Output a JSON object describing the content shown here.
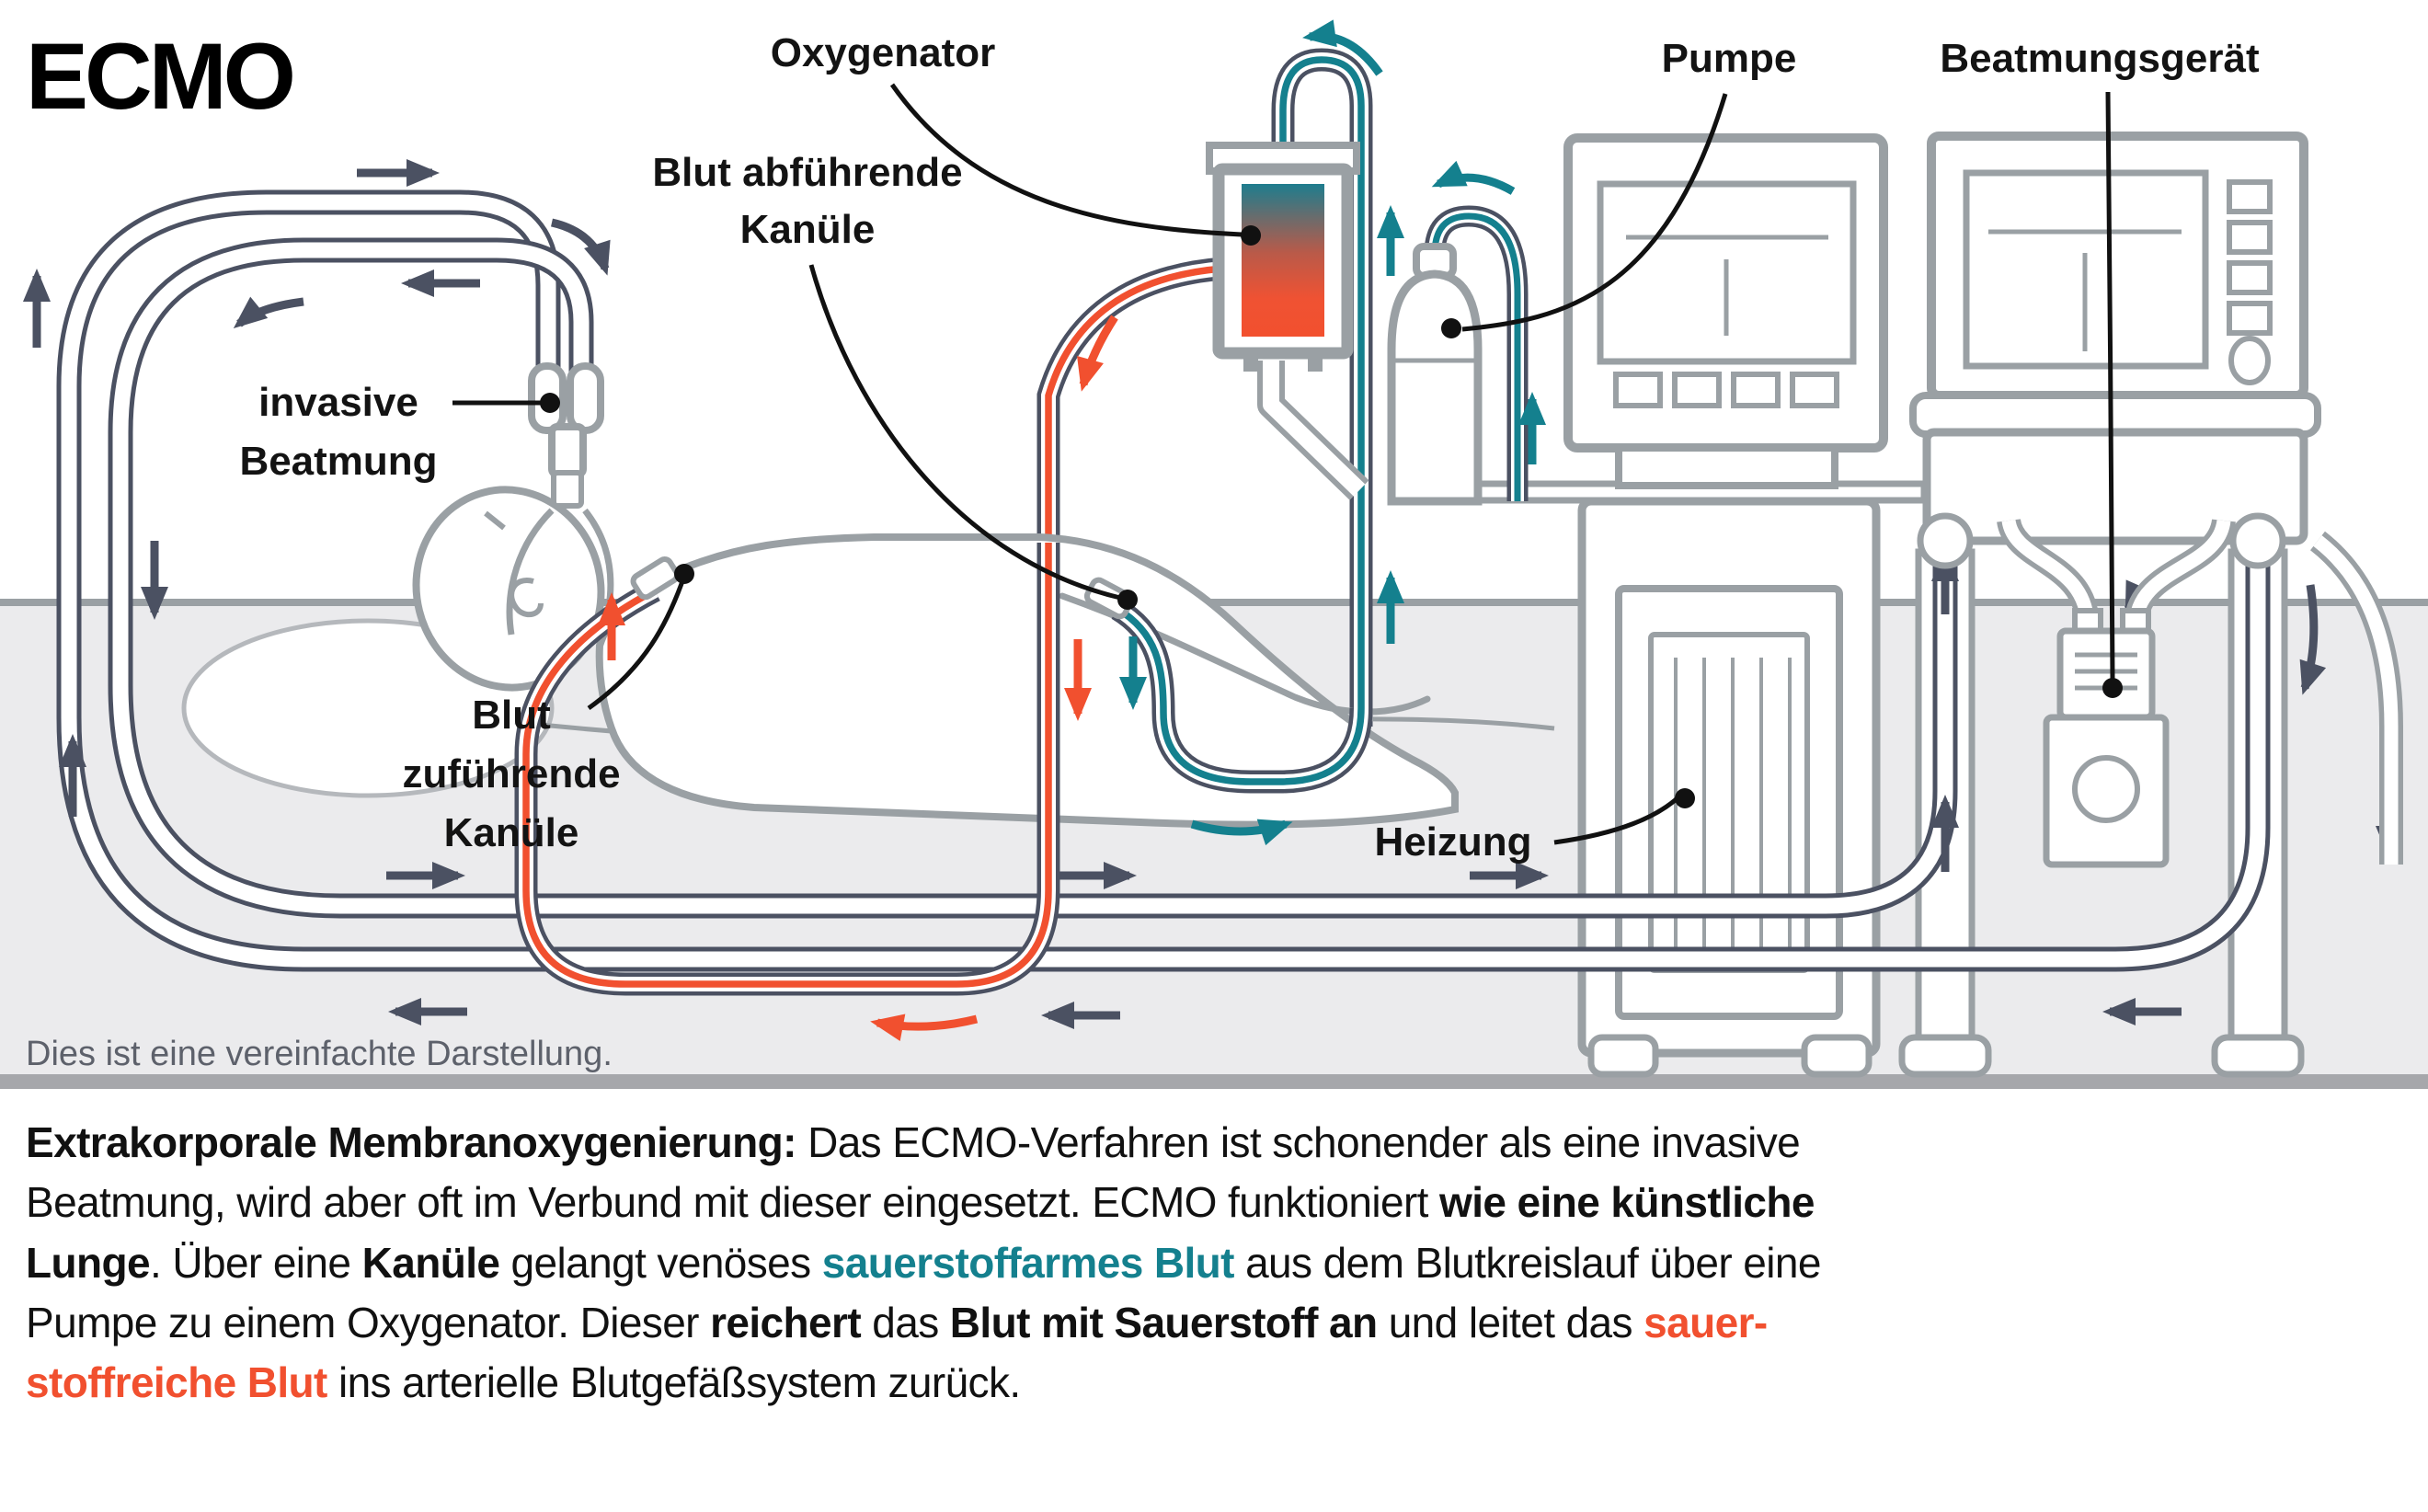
{
  "title": "ECMO",
  "colors": {
    "accent_teal": "#14808e",
    "accent_red": "#f1502f",
    "tube_outline": "#4b5162",
    "machine_gray": "#9aa0a4",
    "floor": "#ebebed",
    "floor_strip": "#a6a7ab",
    "label_text": "#131313",
    "footnote_text": "#5d616b"
  },
  "diagram": {
    "labels": {
      "oxygenator": "Oxygenator",
      "pumpe": "Pumpe",
      "beatmungsgeraet": "Beatmungsgerät",
      "heizung": "Heizung",
      "blut_abfuehrende": {
        "line1": "Blut abführende",
        "line2": "Kanüle"
      },
      "invasive": {
        "line1": "invasive",
        "line2": "Beatmung"
      },
      "blut_zufuehrende": {
        "line1": "Blut",
        "line2": "zuführende",
        "line3": "Kanüle"
      }
    },
    "footnote": "Dies ist eine vereinfachte Darstellung."
  },
  "caption": {
    "segments": [
      {
        "t": "Extrakorporale Membranoxygenierung:",
        "s": "b"
      },
      {
        "t": " Das ECMO-Verfahren ist schonender als eine invasive",
        "s": "n"
      },
      {
        "br": true
      },
      {
        "t": "Beatmung, wird aber oft im Verbund mit dieser eingesetzt. ECMO funktioniert ",
        "s": "n"
      },
      {
        "t": "wie eine künstliche",
        "s": "b"
      },
      {
        "br": true
      },
      {
        "t": "Lunge",
        "s": "b"
      },
      {
        "t": ". Über eine ",
        "s": "n"
      },
      {
        "t": "Kanüle",
        "s": "b"
      },
      {
        "t": " gelangt venöses ",
        "s": "n"
      },
      {
        "t": "sauerstoffarmes Blut",
        "s": "teal"
      },
      {
        "t": " aus dem Blutkreislauf über eine",
        "s": "n"
      },
      {
        "br": true
      },
      {
        "t": "Pumpe zu einem Oxygenator. Dieser ",
        "s": "n"
      },
      {
        "t": "reichert",
        "s": "b"
      },
      {
        "t": " das ",
        "s": "n"
      },
      {
        "t": "Blut mit Sauerstoff an",
        "s": "b"
      },
      {
        "t": " und leitet das ",
        "s": "n"
      },
      {
        "t": "sauer-",
        "s": "red"
      },
      {
        "br": true
      },
      {
        "t": "stoffreiche Blut",
        "s": "red"
      },
      {
        "t": " ins arterielle Blutgefäßsystem zurück.",
        "s": "n"
      }
    ]
  }
}
